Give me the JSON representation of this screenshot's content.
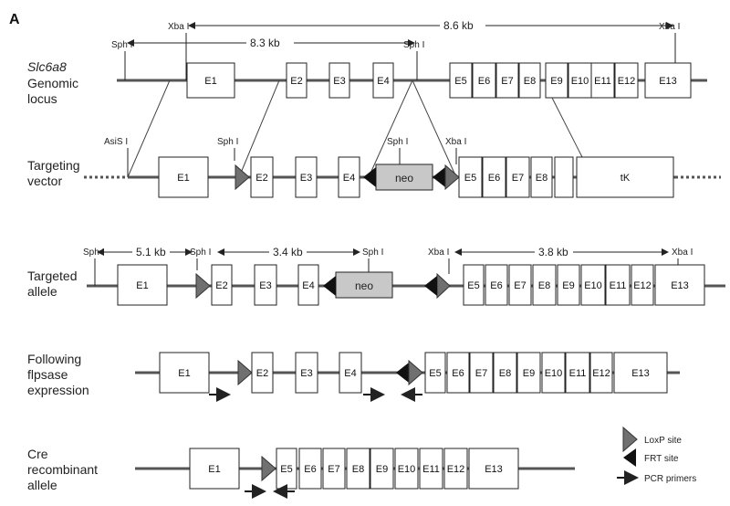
{
  "panel_label": "A",
  "rows": {
    "genomic": {
      "label_italic": "Slc6a8",
      "label_lines": [
        "Genomic",
        "locus"
      ]
    },
    "targeting": {
      "label_lines": [
        "Targeting",
        "vector"
      ]
    },
    "targeted": {
      "label_lines": [
        "Targeted",
        "allele"
      ]
    },
    "flp": {
      "label_lines": [
        "Following",
        "flpsase",
        "expression"
      ]
    },
    "cre": {
      "label_lines": [
        "Cre",
        "recombinant",
        "allele"
      ]
    }
  },
  "sites": {
    "sph": "Sph I",
    "xba": "Xba I",
    "asis": "AsiS I"
  },
  "distances": {
    "genomic_xba": "8.6 kb",
    "genomic_sph": "8.3 kb",
    "targeted_a": "5.1 kb",
    "targeted_b": "3.4 kb",
    "targeted_c": "3.8 kb"
  },
  "elements": {
    "neo": "neo",
    "tk": "tK"
  },
  "exons": [
    "E1",
    "E2",
    "E3",
    "E4",
    "E5",
    "E6",
    "E7",
    "E8",
    "E9",
    "E10",
    "E11",
    "E12",
    "E13"
  ],
  "legend": {
    "loxp": "LoxP site",
    "frt": "FRT site",
    "pcr": "PCR primers"
  }
}
